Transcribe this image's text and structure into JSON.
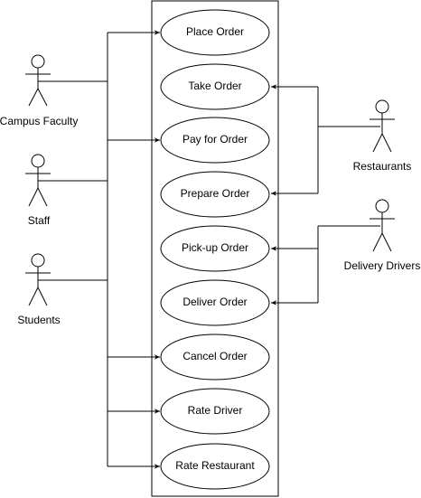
{
  "actors": [
    {
      "id": "campus-faculty",
      "label": "Campus Faculty"
    },
    {
      "id": "staff",
      "label": "Staff"
    },
    {
      "id": "students",
      "label": "Students"
    },
    {
      "id": "restaurants",
      "label": "Restaurants"
    },
    {
      "id": "delivery-drivers",
      "label": "Delivery Drivers"
    }
  ],
  "use_cases": [
    {
      "id": "place-order",
      "label": "Place Order"
    },
    {
      "id": "take-order",
      "label": "Take Order"
    },
    {
      "id": "pay-for-order",
      "label": "Pay for Order"
    },
    {
      "id": "prepare-order",
      "label": "Prepare Order"
    },
    {
      "id": "pick-up-order",
      "label": "Pick-up Order"
    },
    {
      "id": "deliver-order",
      "label": "Deliver Order"
    },
    {
      "id": "cancel-order",
      "label": "Cancel Order"
    },
    {
      "id": "rate-driver",
      "label": "Rate Driver"
    },
    {
      "id": "rate-restaurant",
      "label": "Rate Restaurant"
    }
  ],
  "associations": [
    {
      "from": "customers",
      "to": "place-order"
    },
    {
      "from": "customers",
      "to": "pay-for-order"
    },
    {
      "from": "customers",
      "to": "cancel-order"
    },
    {
      "from": "customers",
      "to": "rate-driver"
    },
    {
      "from": "customers",
      "to": "rate-restaurant"
    },
    {
      "from": "restaurants",
      "to": "take-order"
    },
    {
      "from": "restaurants",
      "to": "prepare-order"
    },
    {
      "from": "delivery-drivers",
      "to": "pick-up-order"
    },
    {
      "from": "delivery-drivers",
      "to": "deliver-order"
    }
  ]
}
